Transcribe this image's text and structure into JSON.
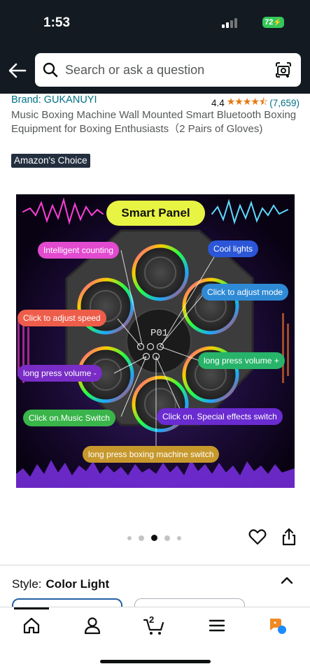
{
  "status_bar": {
    "time": "1:53",
    "battery": "72"
  },
  "header": {
    "search_placeholder": "Search or ask a question"
  },
  "product": {
    "brand": "Brand: GUKANUYI",
    "rating_value": "4.4",
    "stars": "★★★★⯪",
    "rating_count": "(7,659)",
    "title": "Music Boxing Machine Wall Mounted Smart Bluetooth Boxing Equipment for Boxing Enthusiasts（2 Pairs of Gloves)",
    "badge": "Amazon's Choice"
  },
  "image": {
    "panel_title": "Smart Panel",
    "display": "P01",
    "callouts": {
      "intelligent_counting": "Intelligent counting",
      "cool_lights": "Cool lights",
      "adjust_mode": "Click to adjust mode",
      "adjust_speed": "Click to adjust speed",
      "volume_up": "long press volume +",
      "volume_down": "long press volume -",
      "music_switch": "Click on.Music Switch",
      "effects_switch": "Click on. Special effects switch",
      "machine_switch": "long press boxing machine switch"
    }
  },
  "carousel": {
    "count": 5,
    "active_index": 2
  },
  "style": {
    "label": "Style:",
    "value": "Color Light"
  },
  "nav": {
    "cart_count": "2"
  },
  "colors": {
    "header_bg": "#131a22",
    "link": "#007185",
    "star": "#e47911",
    "badge_bg": "#232f3e",
    "panel_yellow": "#e8f443",
    "battery": "#34c759",
    "selected_border": "#2162a1"
  }
}
